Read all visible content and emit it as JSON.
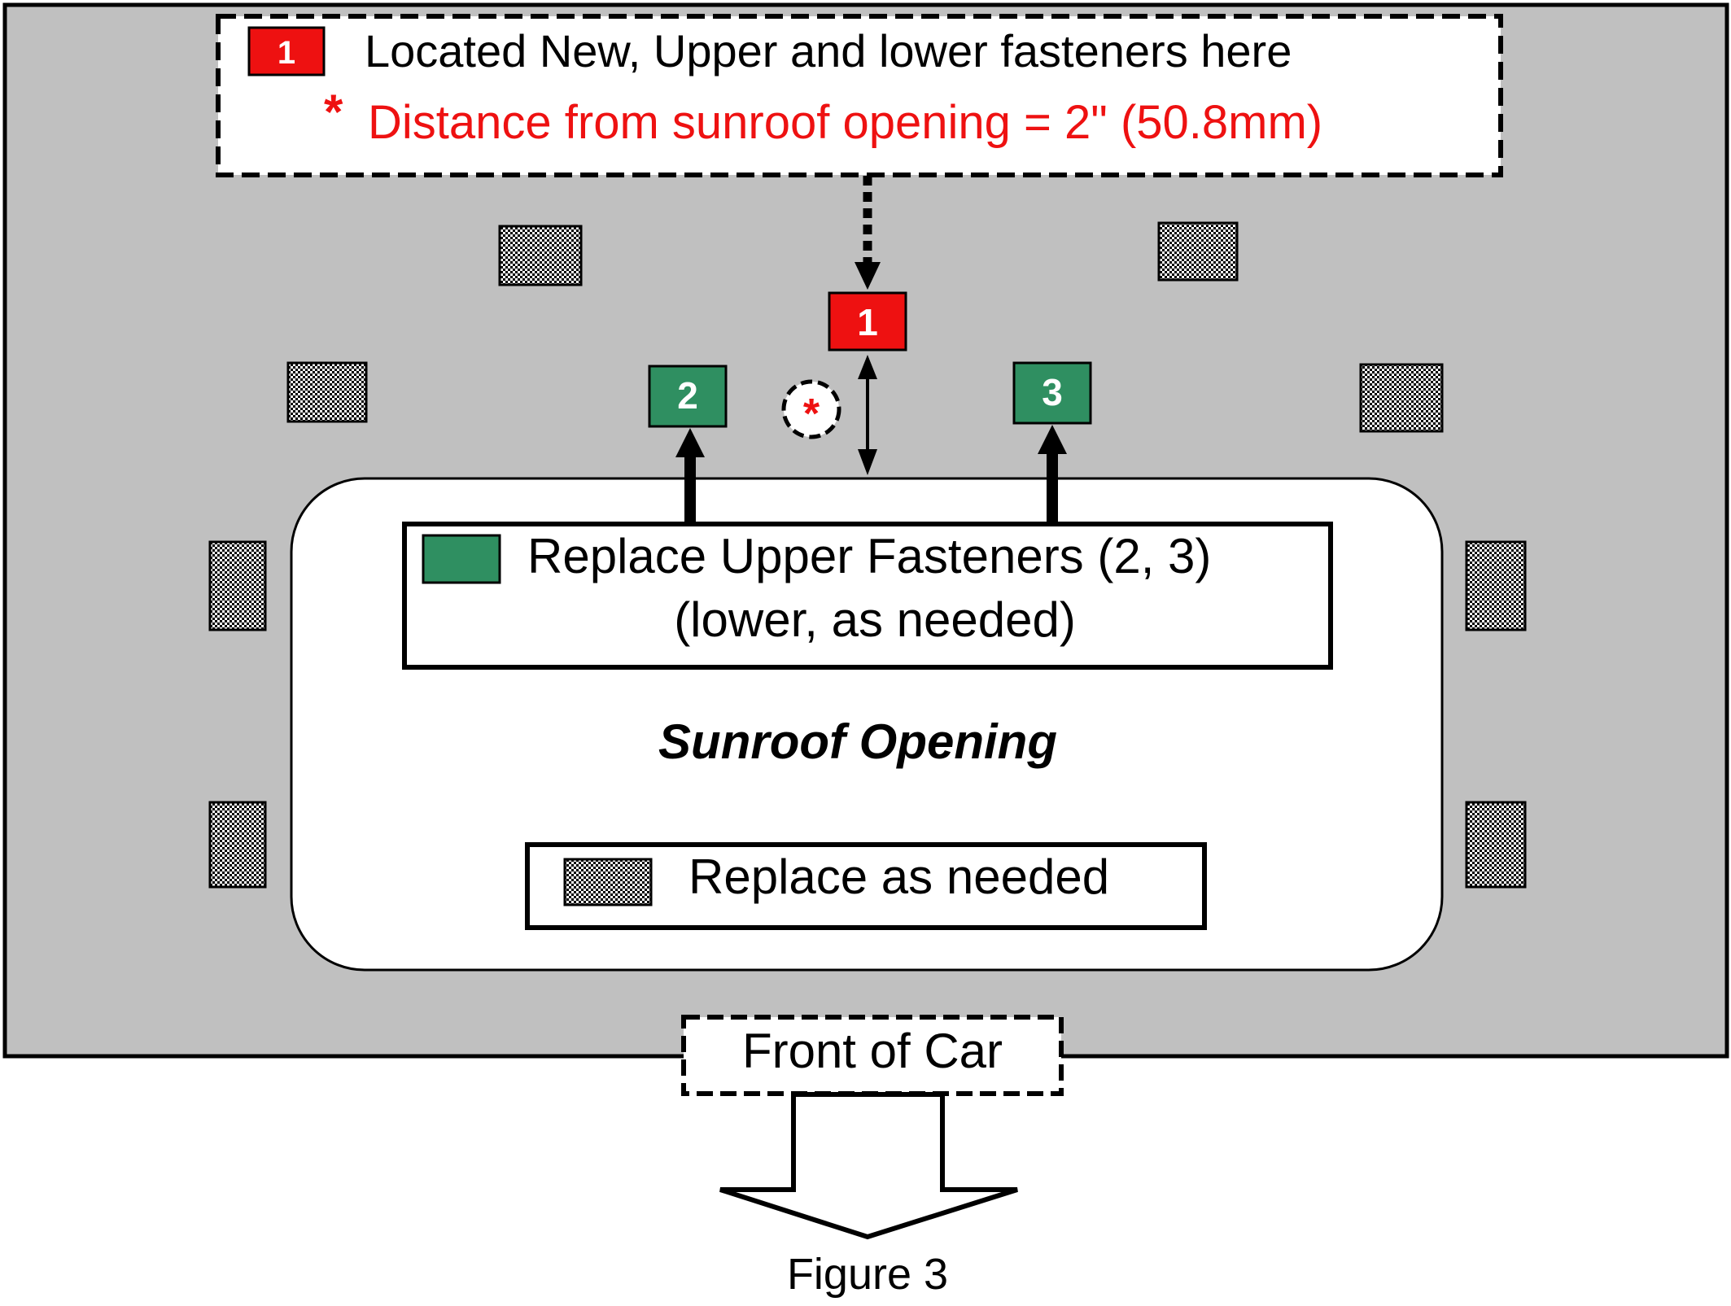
{
  "legend_top": {
    "marker_number": "1",
    "line1": "Located New, Upper and lower fasteners here",
    "line2_asterisk": "*",
    "line2": "Distance from sunroof opening = 2\" (50.8mm)"
  },
  "markers": {
    "red_1": "1",
    "green_2": "2",
    "green_3": "3",
    "distance_symbol": "*"
  },
  "legend_green": {
    "line1": "Replace Upper Fasteners (2, 3)",
    "line2": "(lower, as needed)"
  },
  "opening_label": "Sunroof Opening",
  "legend_hatched": {
    "label": "Replace as needed"
  },
  "front_label": "Front of Car",
  "caption": "Figure 3",
  "colors": {
    "roof_gray": "#c0c0c0",
    "red_fastener": "#ee1111",
    "green_fastener": "#2f8f61",
    "text_red": "#ee1111",
    "outline": "#000000"
  }
}
